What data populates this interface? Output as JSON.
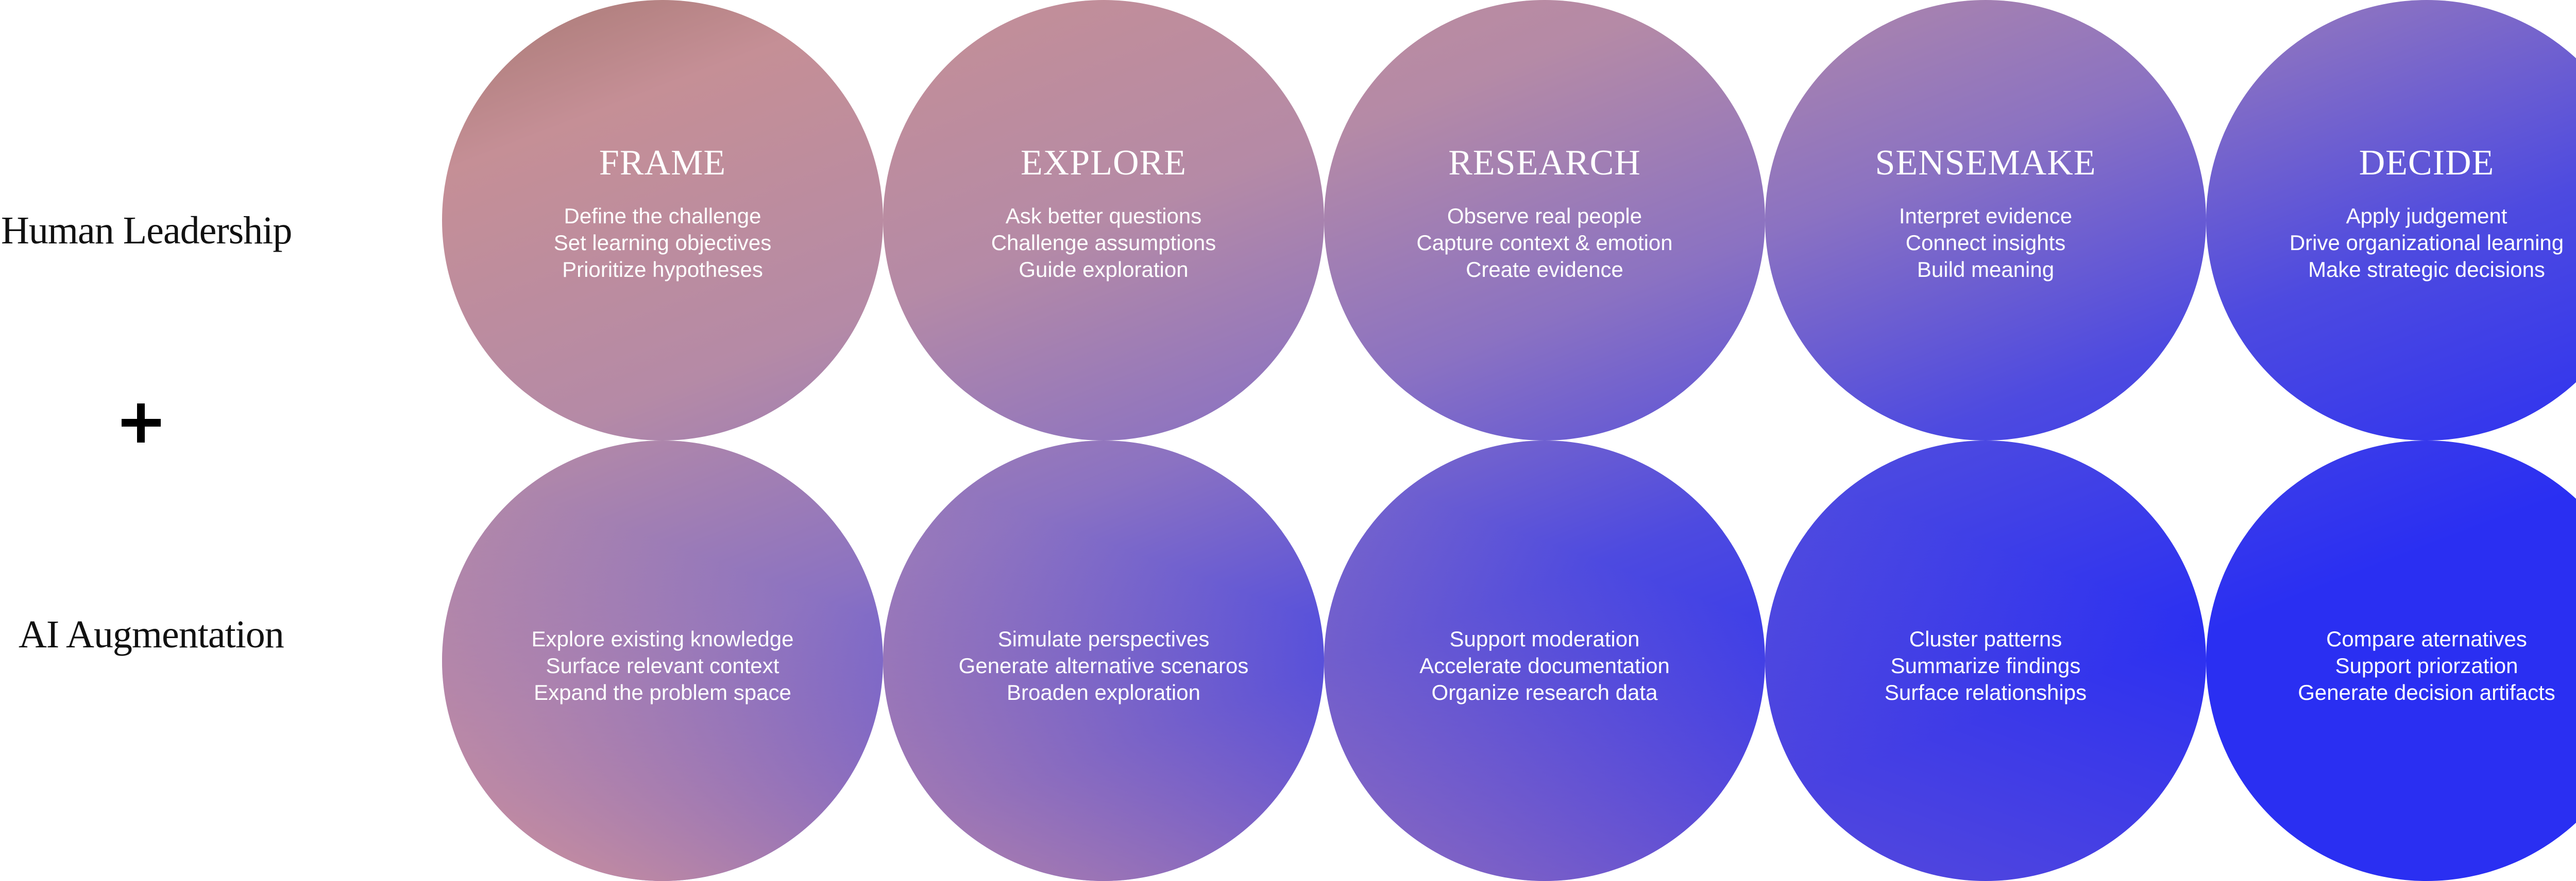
{
  "row_labels": {
    "human": "Human Leadership",
    "plus": "+",
    "ai": "AI Augmentation"
  },
  "stages": [
    {
      "title": "FRAME",
      "human": [
        "Define the challenge",
        "Set learning objectives",
        "Prioritize hypotheses"
      ],
      "ai": [
        "Explore existing knowledge",
        "Surface relevant context",
        "Expand the problem space"
      ]
    },
    {
      "title": "EXPLORE",
      "human": [
        "Ask better questions",
        "Challenge assumptions",
        "Guide exploration"
      ],
      "ai": [
        "Simulate perspectives",
        "Generate alternative scenaros",
        "Broaden exploration"
      ]
    },
    {
      "title": "RESEARCH",
      "human": [
        "Observe real people",
        "Capture context & emotion",
        "Create evidence"
      ],
      "ai": [
        "Support moderation",
        "Accelerate documentation",
        "Organize research data"
      ]
    },
    {
      "title": "SENSEMAKE",
      "human": [
        "Interpret evidence",
        "Connect insights",
        "Build meaning"
      ],
      "ai": [
        "Cluster patterns",
        "Summarize findings",
        "Surface relationships"
      ]
    },
    {
      "title": "DECIDE",
      "human": [
        "Apply judgement",
        "Drive organizational learning",
        "Make strategic decisions"
      ],
      "ai": [
        "Compare aternatives",
        "Support priorzation",
        "Generate decision artifacts"
      ]
    }
  ],
  "colors": {
    "text": "#111111",
    "circle_text": "#ffffff",
    "brown": "#8a6250",
    "pink": "#c58f96",
    "mauve": "#b58aa6",
    "purple": "#8b72c2",
    "indigo": "#4d4ae0",
    "blue": "#2a2ff2"
  }
}
